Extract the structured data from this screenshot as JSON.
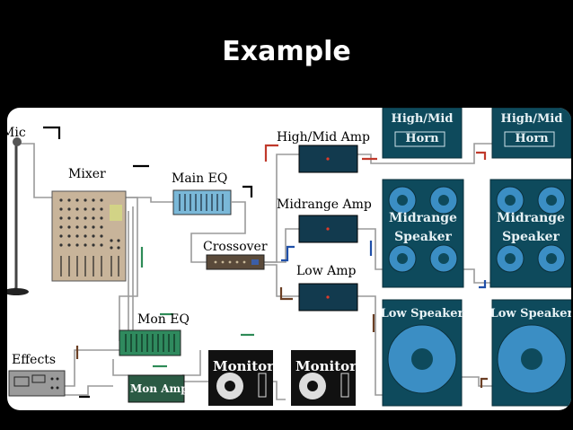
{
  "title": "Example",
  "labels": {
    "mic": "Mic",
    "mixer": "Mixer",
    "main_eq": "Main EQ",
    "crossover": "Crossover",
    "high_mid_amp": "High/Mid Amp",
    "midrange_amp": "Midrange Amp",
    "low_amp": "Low Amp",
    "effects": "Effects",
    "mon_eq": "Mon EQ",
    "mon_amp": "Mon Amp",
    "monitor_1": "Monitor",
    "monitor_2": "Monitor",
    "horn_1_line1": "High/Mid",
    "horn_1_line2": "Horn",
    "horn_2_line1": "High/Mid",
    "horn_2_line2": "Horn",
    "midrange_1_line1": "Midrange",
    "midrange_1_line2": "Speaker",
    "midrange_2_line1": "Midrange",
    "midrange_2_line2": "Speaker",
    "low_speaker_1": "Low Speaker",
    "low_speaker_2": "Low Speaker"
  },
  "colors": {
    "background": "#000000",
    "panel": "#ffffff",
    "speaker_box": "#0e4a5c",
    "speaker_driver": "#3b8ec4",
    "mixer": "#c8b49a",
    "eq": "#7ab8d8",
    "mon_eq": "#2f8a5e",
    "crossover": "#5a4a3a",
    "amp": "#123a4e",
    "red_signal": "#c0392b",
    "blue_signal": "#1f4fa8",
    "brown_signal": "#6b3f24",
    "green_signal": "#2e8b57",
    "cable": "#9a9a9a"
  }
}
